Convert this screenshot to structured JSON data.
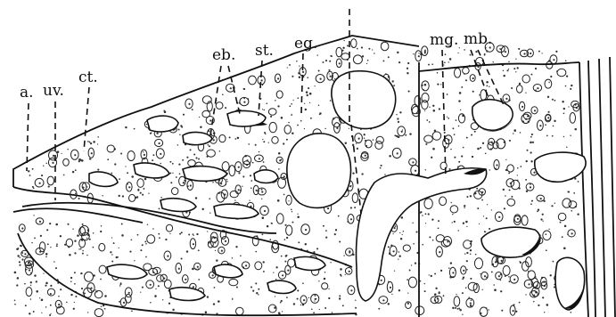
{
  "figure": {
    "labels": {
      "a": "a.",
      "uv": "uv.",
      "ct": "ct.",
      "eb": "eb.",
      "st": "st.",
      "eg": "eg.",
      "mg": "mg.",
      "mb": "mb."
    }
  }
}
